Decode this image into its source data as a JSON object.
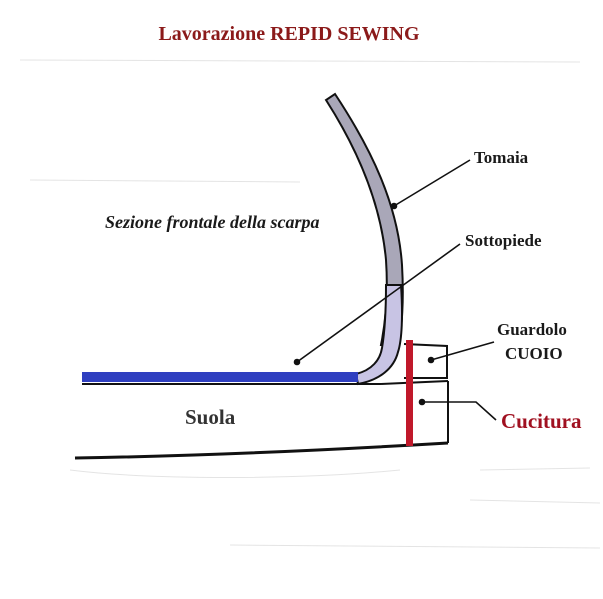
{
  "title": "Lavorazione REPID SEWING",
  "subtitle": "Sezione frontale della scarpa",
  "labels": {
    "tomaia": "Tomaia",
    "sottopiede": "Sottopiede",
    "guardolo_line1": "Guardolo",
    "guardolo_line2": "CUOIO",
    "suola": "Suola",
    "cucitura": "Cucitura"
  },
  "colors": {
    "title": "#8b1a1a",
    "text": "#1a1a1a",
    "sottopiede": "#2f3fc0",
    "cucitura": "#c0182a",
    "cucitura_label": "#a01020",
    "tomaia_fill": "#a9a7b8",
    "tomaia_lower_fill": "#c8c4e4",
    "outline": "#111111"
  }
}
